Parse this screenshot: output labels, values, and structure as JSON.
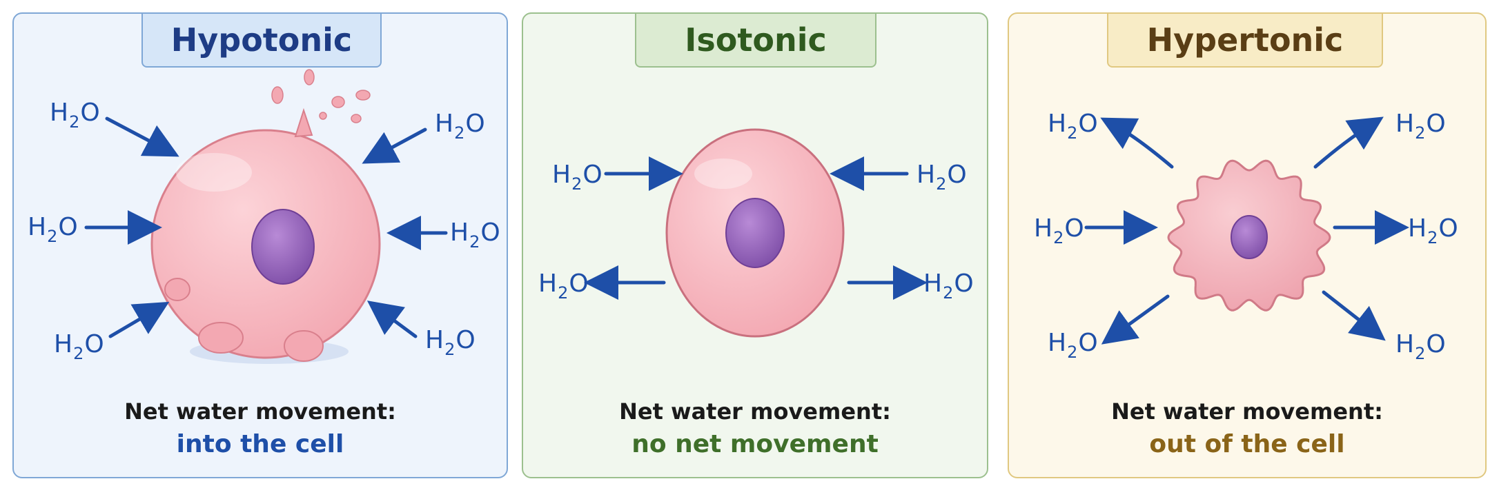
{
  "colors": {
    "arrow": "#1e4fa8",
    "cell_fill": "#f7b5be",
    "cell_stroke": "#d97f8c",
    "nucleus": "#9b6ac0"
  },
  "water_label": {
    "main": "H",
    "subscript": "2",
    "suffix": "O"
  },
  "caption_header": "Net water movement:",
  "panels": [
    {
      "title": "Hypotonic",
      "caption": "into the cell",
      "bg": "#eef4fc",
      "border": "#7fa7d6",
      "title_bg": "#d6e6f8",
      "title_color": "#1e3c85",
      "caption_color": "#1e4fa8"
    },
    {
      "title": "Isotonic",
      "caption": "no net movement",
      "bg": "#f1f7ee",
      "border": "#9cc08e",
      "title_bg": "#dcebd2",
      "title_color": "#2f5a1f",
      "caption_color": "#3f6f2a"
    },
    {
      "title": "Hypertonic",
      "caption": "out of the cell",
      "bg": "#fdf8ea",
      "border": "#e0c880",
      "title_bg": "#f8ecc6",
      "title_color": "#5a3e15",
      "caption_color": "#8a6418"
    }
  ]
}
